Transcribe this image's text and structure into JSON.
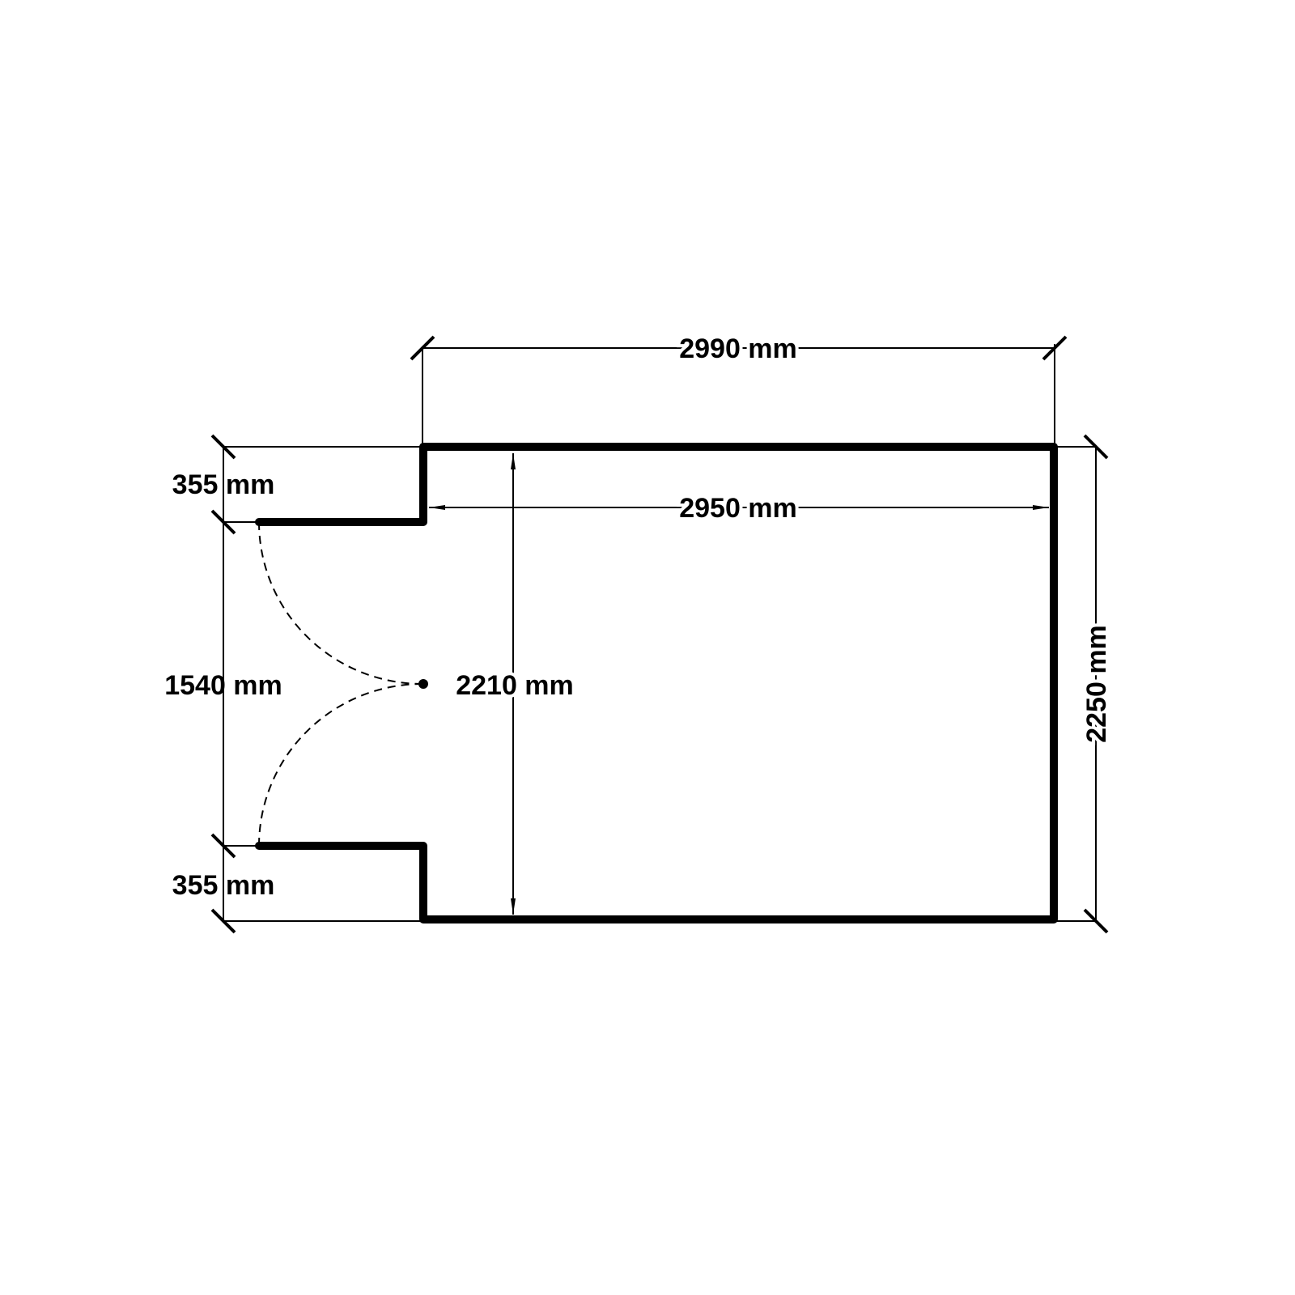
{
  "units": "mm",
  "colors": {
    "wall": "#000000",
    "background": "#ffffff"
  },
  "dimensions": {
    "top_outer_width": "2990 mm",
    "inner_width": "2950 mm",
    "right_outer_height": "2250 mm",
    "inner_height": "2210 mm",
    "door_opening": "1540 mm",
    "top_stub": "355 mm",
    "bottom_stub": "355 mm"
  },
  "features": {
    "door_type": "double swing door",
    "door_leaves": 2
  }
}
